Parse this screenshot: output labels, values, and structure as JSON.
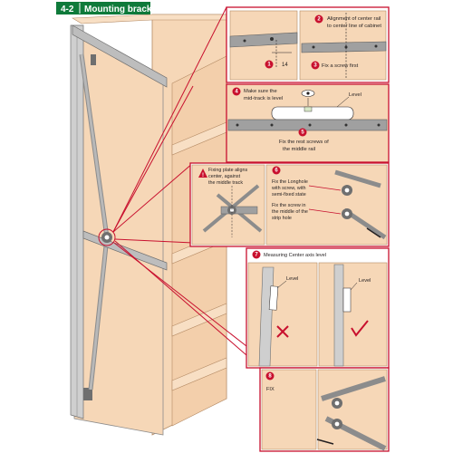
{
  "header": {
    "section": "4-2",
    "title": "Mounting bracket"
  },
  "step1": {
    "number": "1",
    "dimension": "14"
  },
  "step2": {
    "number": "2",
    "line1": "Alignment of center rail",
    "line2": "to center line of cabinet"
  },
  "step3": {
    "number": "3",
    "text": "Fix a screw first"
  },
  "step4": {
    "number": "4",
    "line1": "Make sure the",
    "line2": "mid-track is level",
    "level_label": "Level"
  },
  "step5": {
    "number": "5",
    "line1": "Fix the rest screws of",
    "line2": "the middle rail"
  },
  "warning": {
    "line1": "Fixing plate aligns",
    "line2": "center, against",
    "line3": "the middle track"
  },
  "step6": {
    "number": "6",
    "a1": "Fix the Longhole",
    "a2": "with screw, with",
    "a3": "semi-fixed state",
    "b1": "Fix the screw in",
    "b2": "the middle of the",
    "b3": "strip hole"
  },
  "step7": {
    "number": "7",
    "text": "Measuring Center axis level",
    "level_left": "Level",
    "level_right": "Level"
  },
  "step8": {
    "number": "8",
    "text": "FIX"
  },
  "colors": {
    "header_green": "#0f7a3a",
    "callout_red": "#c8102e",
    "wood": "#f6d7b7",
    "rail": "#8c8c8c"
  }
}
